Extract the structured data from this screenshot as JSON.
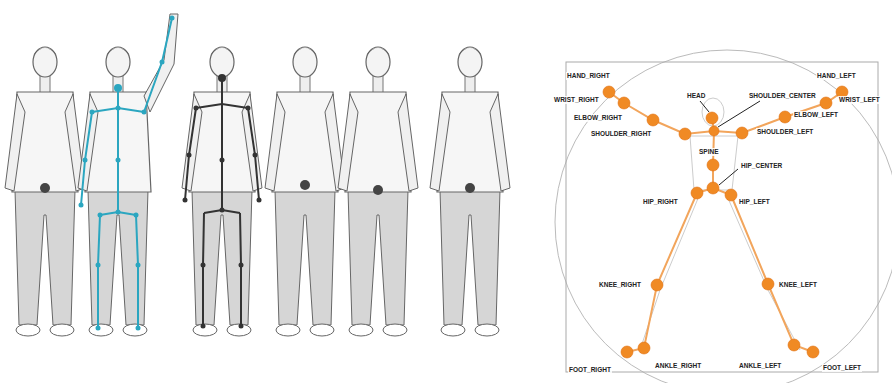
{
  "diagram": {
    "labels": [
      "HAND_RIGHT",
      "HEAD",
      "SHOULDER_CENTER",
      "HAND_LEFT",
      "WRIST_RIGHT",
      "WRIST_LEFT",
      "ELBOW_RIGHT",
      "ELBOW_LEFT",
      "SHOULDER_RIGHT",
      "SHOULDER_LEFT",
      "SPINE",
      "HIP_CENTER",
      "HIP_RIGHT",
      "HIP_LEFT",
      "KNEE_RIGHT",
      "KNEE_LEFT",
      "FOOT_RIGHT",
      "ANKLE_RIGHT",
      "ANKLE_LEFT",
      "FOOT_LEFT"
    ]
  }
}
